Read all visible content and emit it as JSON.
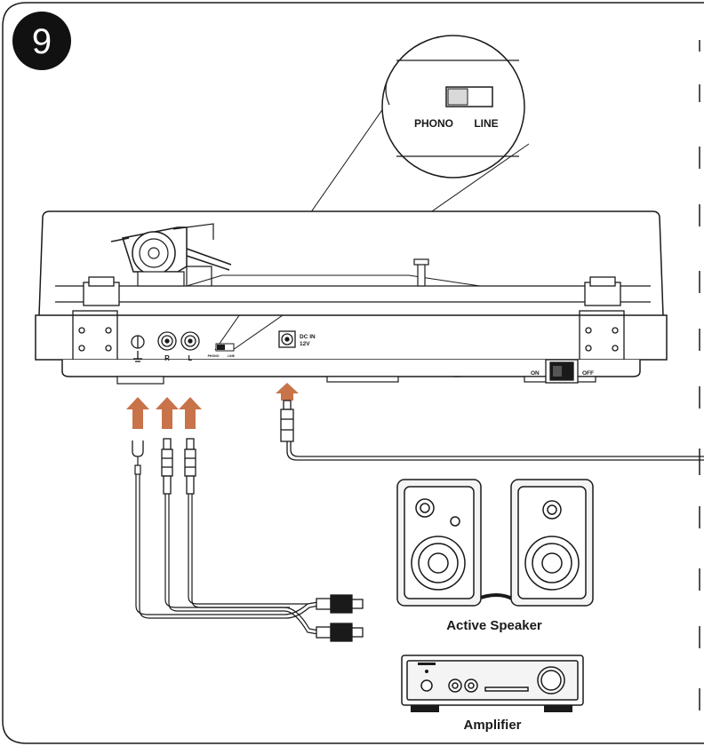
{
  "step": {
    "number": "9"
  },
  "switch_callout": {
    "phono": "PHONO",
    "line": "LINE"
  },
  "turntable": {
    "jack_r": "R",
    "jack_l": "L",
    "small_phono": "PHONO",
    "small_line": "LINE",
    "dc_in": "DC IN",
    "dc_voltage": "12V",
    "power_on": "ON",
    "power_off": "OFF"
  },
  "devices": {
    "speaker_label": "Active Speaker",
    "amplifier_label": "Amplifier"
  },
  "colors": {
    "arrow": "#c8734a",
    "stroke": "#1a1a1a",
    "fill_light": "#f4f4f4"
  }
}
